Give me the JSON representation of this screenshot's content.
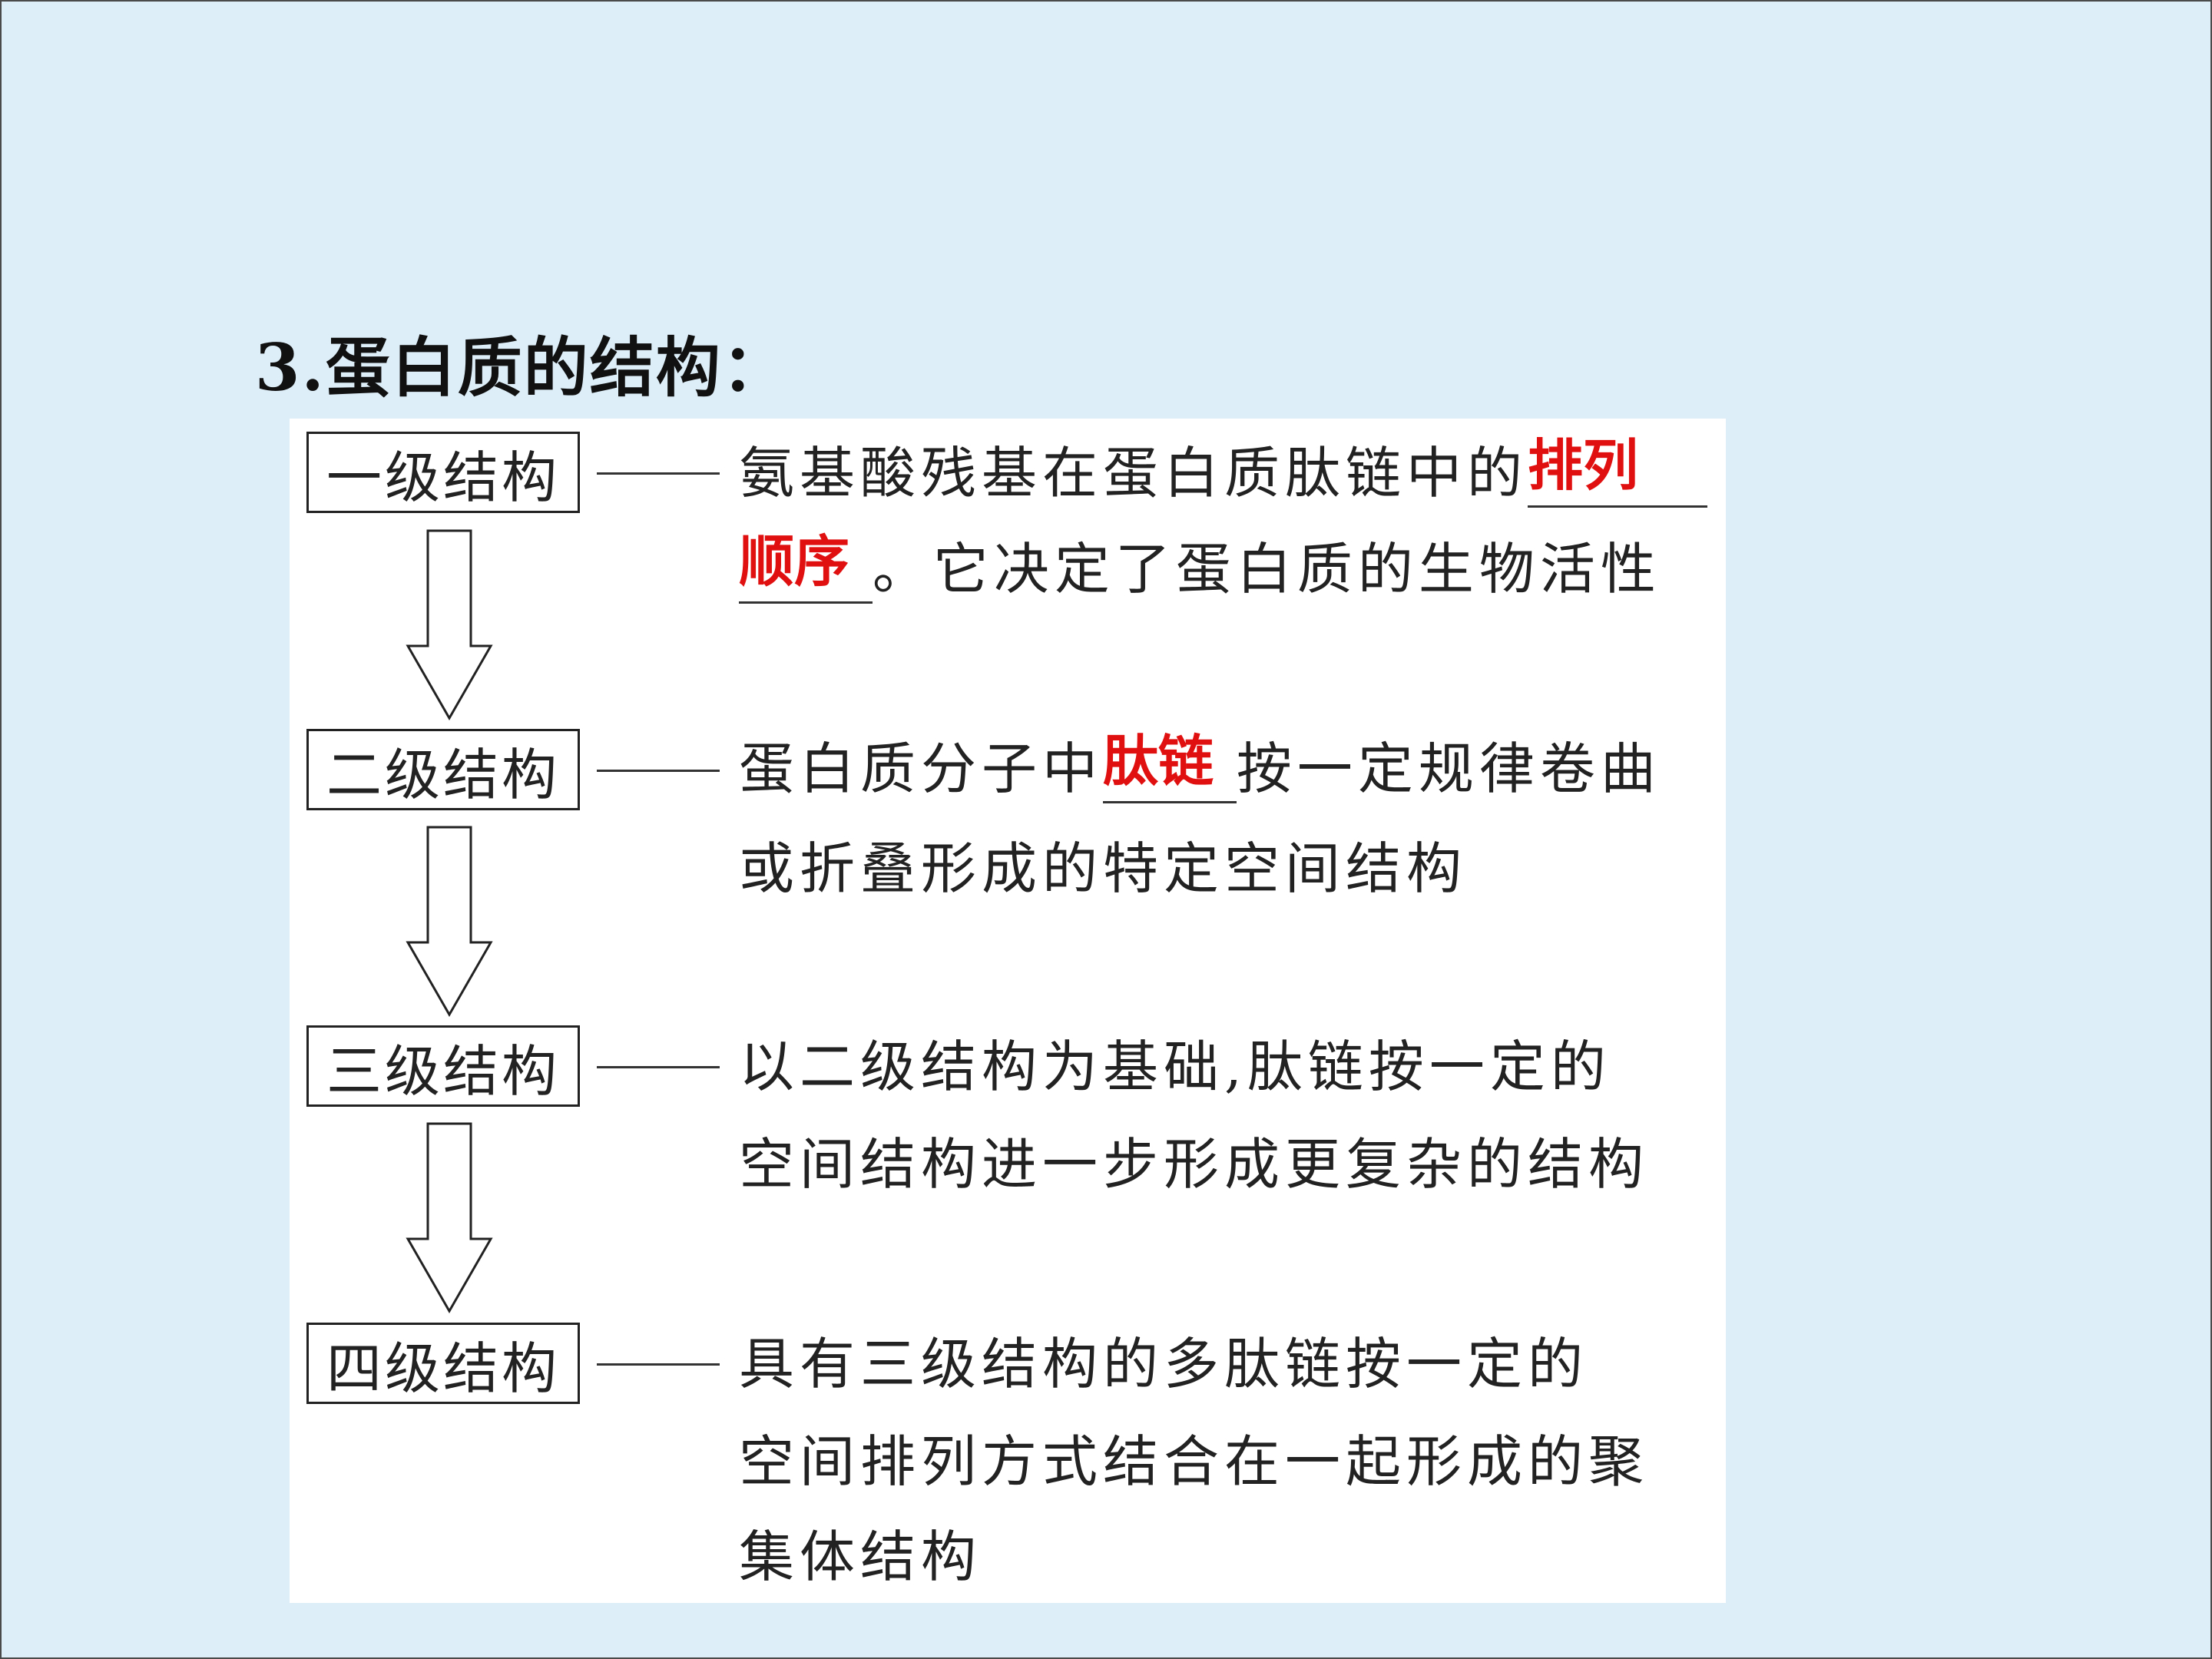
{
  "title": "3.蛋白质的结构：",
  "levels": [
    {
      "label": "一级结构",
      "lines": [
        {
          "pre": "氨基酸残基在蛋白质肽链中的",
          "answer": "排列",
          "post": ""
        },
        {
          "pre": "",
          "answer": "顺序",
          "post": "。它决定了蛋白质的生物活性"
        }
      ]
    },
    {
      "label": "二级结构",
      "lines": [
        {
          "pre": "蛋白质分子中",
          "answer": "肽链",
          "post": "按一定规律卷曲"
        },
        {
          "pre": "或折叠形成的特定空间结构",
          "answer": "",
          "post": ""
        }
      ]
    },
    {
      "label": "三级结构",
      "lines": [
        {
          "pre": "以二级结构为基础,肽链按一定的",
          "answer": "",
          "post": ""
        },
        {
          "pre": "空间结构进一步形成更复杂的结构",
          "answer": "",
          "post": ""
        }
      ]
    },
    {
      "label": "四级结构",
      "lines": [
        {
          "pre": "具有三级结构的多肽链按一定的",
          "answer": "",
          "post": ""
        },
        {
          "pre": "空间排列方式结合在一起形成的聚",
          "answer": "",
          "post": ""
        },
        {
          "pre": "集体结构",
          "answer": "",
          "post": ""
        }
      ]
    }
  ],
  "colors": {
    "background": "#ddeef9",
    "answer": "#e01010",
    "panel": "#ffffff"
  }
}
